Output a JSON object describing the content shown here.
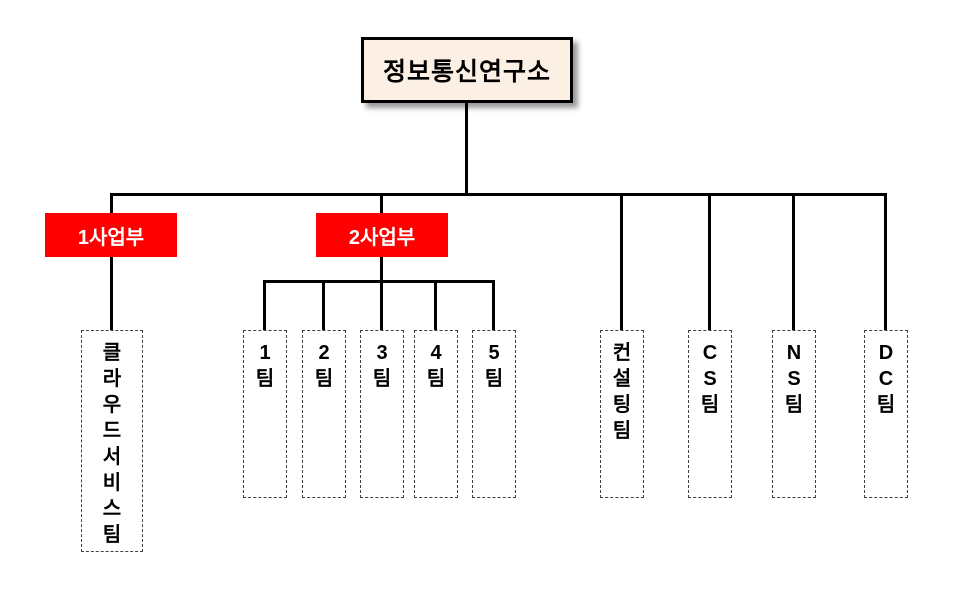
{
  "diagram": {
    "root": {
      "label": "정보통신연구소"
    },
    "branches": [
      {
        "label": "1사업부",
        "teams": [
          {
            "label": "클\n라\n우\n드\n서\n비\n스\n팀"
          }
        ]
      },
      {
        "label": "2사업부",
        "teams": [
          {
            "label": "1\n팀"
          },
          {
            "label": "2\n팀"
          },
          {
            "label": "3\n팀"
          },
          {
            "label": "4\n팀"
          },
          {
            "label": "5\n팀"
          }
        ]
      }
    ],
    "staff_teams": [
      {
        "label": "컨\n설\n팅\n팀"
      },
      {
        "label": "C\nS\n팀"
      },
      {
        "label": "N\nS\n팀"
      },
      {
        "label": "D\nC\n팀"
      }
    ]
  },
  "colors": {
    "background": "#ffffff",
    "line": "#000000",
    "root_bg": "#fcefe4",
    "root_border": "#000000",
    "division_bg": "#ff0000",
    "division_text": "#ffffff",
    "team_border": "#404040"
  }
}
